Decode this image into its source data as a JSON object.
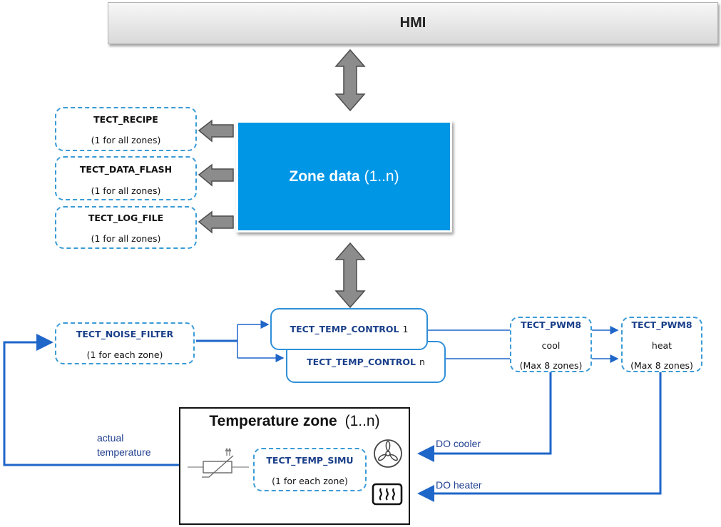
{
  "hmi": {
    "label": "HMI"
  },
  "zone_data": {
    "bold": "Zone data",
    "range": "(1..n)"
  },
  "side_modules": [
    {
      "name": "TECT_RECIPE",
      "scope": "(1 for all zones)"
    },
    {
      "name": "TECT_DATA_FLASH",
      "scope": "(1 for all zones)"
    },
    {
      "name": "TECT_LOG_FILE",
      "scope": "(1 for all zones)"
    }
  ],
  "noise_filter": {
    "name": "TECT_NOISE_FILTER",
    "scope": "(1 for each zone)"
  },
  "temp_control_1": {
    "name": "TECT_TEMP_CONTROL",
    "index": "1"
  },
  "temp_control_n": {
    "name": "TECT_TEMP_CONTROL",
    "index": "n"
  },
  "pwm_cool": {
    "name": "TECT_PWM8",
    "mode": "cool",
    "scope": "(Max 8 zones)"
  },
  "pwm_heat": {
    "name": "TECT_PWM8",
    "mode": "heat",
    "scope": "(Max 8 zones)"
  },
  "temperature_zone": {
    "bold": "Temperature zone",
    "range": "(1..n)"
  },
  "temp_simu": {
    "name": "TECT_TEMP_SIMU",
    "scope": "(1 for each zone)"
  },
  "signals": {
    "actual_temperature_line1": "actual",
    "actual_temperature_line2": "temperature",
    "do_cooler": "DO cooler",
    "do_heater": "DO heater"
  },
  "icons": {
    "thermistor": "thermistor-icon",
    "fan": "fan-icon",
    "heater": "heater-icon"
  },
  "colors": {
    "zone_data_fill": "#0096e6",
    "signal_line": "#1f66c9",
    "dashed_border": "#3a9bd6",
    "arrow_fill": "#8c8c8c"
  }
}
